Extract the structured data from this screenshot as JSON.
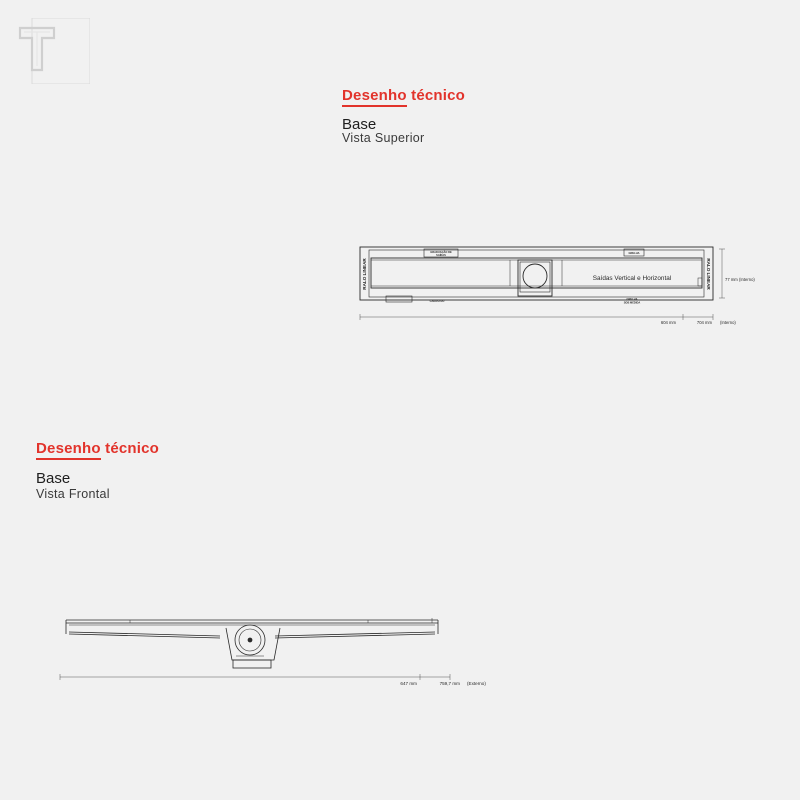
{
  "logo": {
    "icon": "t-logo-icon",
    "color": "#d5d5d5"
  },
  "top_section": {
    "heading_part1": "Desenho",
    "heading_part2": " técnico",
    "name": "Base",
    "view": "Vista Superior",
    "drawing": {
      "left_label": "RALO LINEAR",
      "right_label": "RALO LINEAR",
      "center_text": "Saídas Vertical e Horizontal",
      "tag_top_left_line1": "GRADUAÇÃO DE",
      "tag_top_left_line2": "SAÍDAS",
      "tag_top_right": "GRELHA",
      "tag_bottom_left": "CADASTRO",
      "tag_bottom_right_line1": "GRELHA",
      "tag_bottom_right_line2": "SOB MEDIDA",
      "dim_height": "77 mm (Interno)",
      "dim_inner": "604 mm",
      "dim_outer": "704 mm",
      "dim_outer_note": "(Interno)"
    }
  },
  "bottom_section": {
    "heading_part1": "Desenho",
    "heading_part2": " técnico",
    "name": "Base",
    "view": "Vista Frontal",
    "drawing": {
      "dim_inner": "647 mm",
      "dim_outer": "759,7 mm",
      "dim_outer_note": "(Externo)"
    }
  },
  "colors": {
    "accent": "#e2332b",
    "background": "#f1f1f1",
    "line": "#2a2a2a"
  }
}
